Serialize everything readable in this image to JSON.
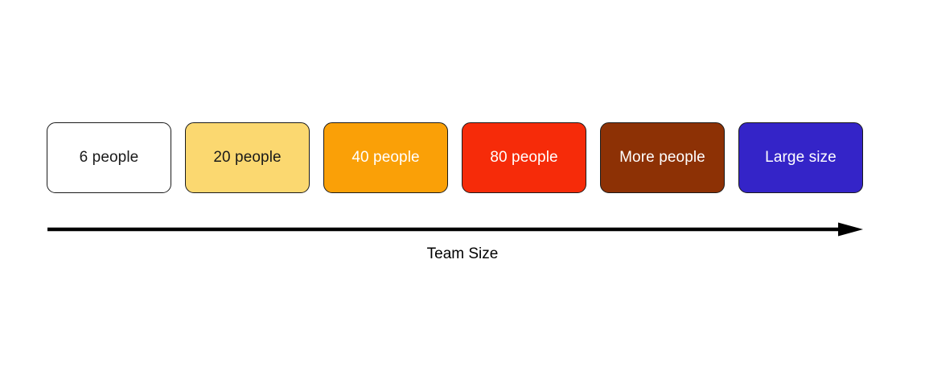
{
  "diagram": {
    "title_caption": "Team Size",
    "axis": {
      "name": "team-size-axis",
      "direction": "left-to-right",
      "color": "#000000",
      "caption": "Team Size"
    },
    "stages": [
      {
        "label": "6 people",
        "fill": "#FFFFFF",
        "text_color": "#1A1A1A",
        "border": "#1A1A1A"
      },
      {
        "label": "20 people",
        "fill": "#FBD870",
        "text_color": "#1A1A1A",
        "border": "#1A1A1A"
      },
      {
        "label": "40 people",
        "fill": "#FAA007",
        "text_color": "#FFFFFF",
        "border": "#1A1A1A"
      },
      {
        "label": "80 people",
        "fill": "#F62B09",
        "text_color": "#FFFFFF",
        "border": "#1A1A1A"
      },
      {
        "label": "More people",
        "fill": "#8D3105",
        "text_color": "#FFFFFF",
        "border": "#1A1A1A"
      },
      {
        "label": "Large size",
        "fill": "#3424C8",
        "text_color": "#FFFFFF",
        "border": "#1A1A1A"
      }
    ]
  }
}
